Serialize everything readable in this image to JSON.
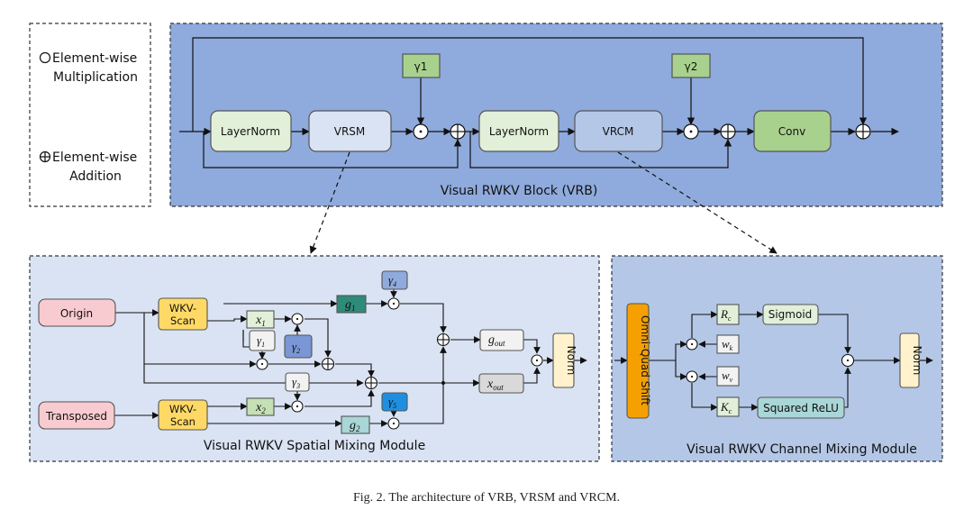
{
  "legend": {
    "mul_line1": "Element-wise",
    "mul_line2": "Multiplication",
    "add_line1": "Element-wise",
    "add_line2": "Addition"
  },
  "vrb": {
    "title": "Visual RWKV Block (VRB)",
    "layernorm1": "LayerNorm",
    "vrsm": "VRSM",
    "gamma1": "γ1",
    "layernorm2": "LayerNorm",
    "vrcm": "VRCM",
    "gamma2": "γ2",
    "conv": "Conv"
  },
  "spatial": {
    "title": "Visual RWKV Spatial Mixing Module",
    "origin": "Origin",
    "transposed": "Transposed",
    "wkv_scan_line1": "WKV-",
    "wkv_scan_line2": "Scan",
    "x1": "x",
    "x1_sub": "1",
    "x2": "x",
    "x2_sub": "2",
    "g1": "g",
    "g1_sub": "1",
    "g2": "g",
    "g2_sub": "2",
    "gout": "g",
    "gout_sub": "out",
    "xout": "x",
    "xout_sub": "out",
    "gamma": "γ",
    "gamma1_sub": "1",
    "gamma2_sub": "2",
    "gamma3_sub": "3",
    "gamma4_sub": "4",
    "gamma5_sub": "5",
    "norm": "Norm"
  },
  "channel": {
    "title": "Visual RWKV Channel Mixing Module",
    "shift": "Omni-Quad Shift",
    "r": "R",
    "r_sub": "c",
    "wk": "w",
    "wk_sub": "k",
    "wv": "w",
    "wv_sub": "v",
    "k": "K",
    "k_sub": "c",
    "sigmoid": "Sigmoid",
    "squared_relu": "Squared ReLU",
    "norm": "Norm"
  },
  "caption": "Fig. 2.  The architecture of VRB, VRSM and VRCM.",
  "colors": {
    "vrb_bg": "#8faadc",
    "spatial_bg": "#dae3f3",
    "channel_bg": "#b4c7e7",
    "layernorm_fill": "#e2f0d9",
    "module_fill": "#dae3f3",
    "gamma_green": "#a9d18e",
    "conv_green": "#a9d18e",
    "pink": "#f8cbd0",
    "wkv_orange": "#ffd966",
    "dark_teal": "#2e8b7a",
    "gamma_blue": "#7a96d4",
    "gamma5_blue": "#1e8fe0",
    "g2_teal": "#a9d6d6",
    "grey": "#d9d9d9",
    "norm_cream": "#fff2cc",
    "shift_orange": "#f5a000"
  }
}
